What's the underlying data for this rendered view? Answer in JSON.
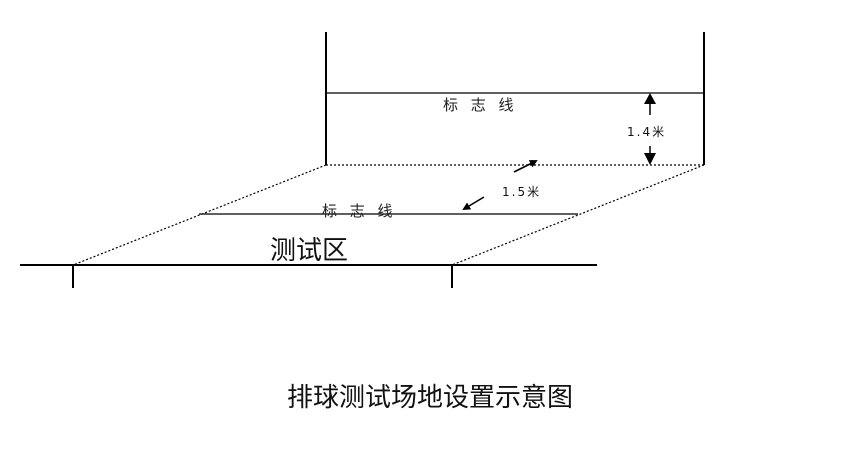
{
  "diagram": {
    "upper_mark_label": "标 志 线",
    "lower_mark_label": "标 志 线",
    "height_label": "1.4米",
    "depth_label": "1.5米",
    "zone_label": "测试区",
    "caption": "排球测试场地设置示意图"
  }
}
